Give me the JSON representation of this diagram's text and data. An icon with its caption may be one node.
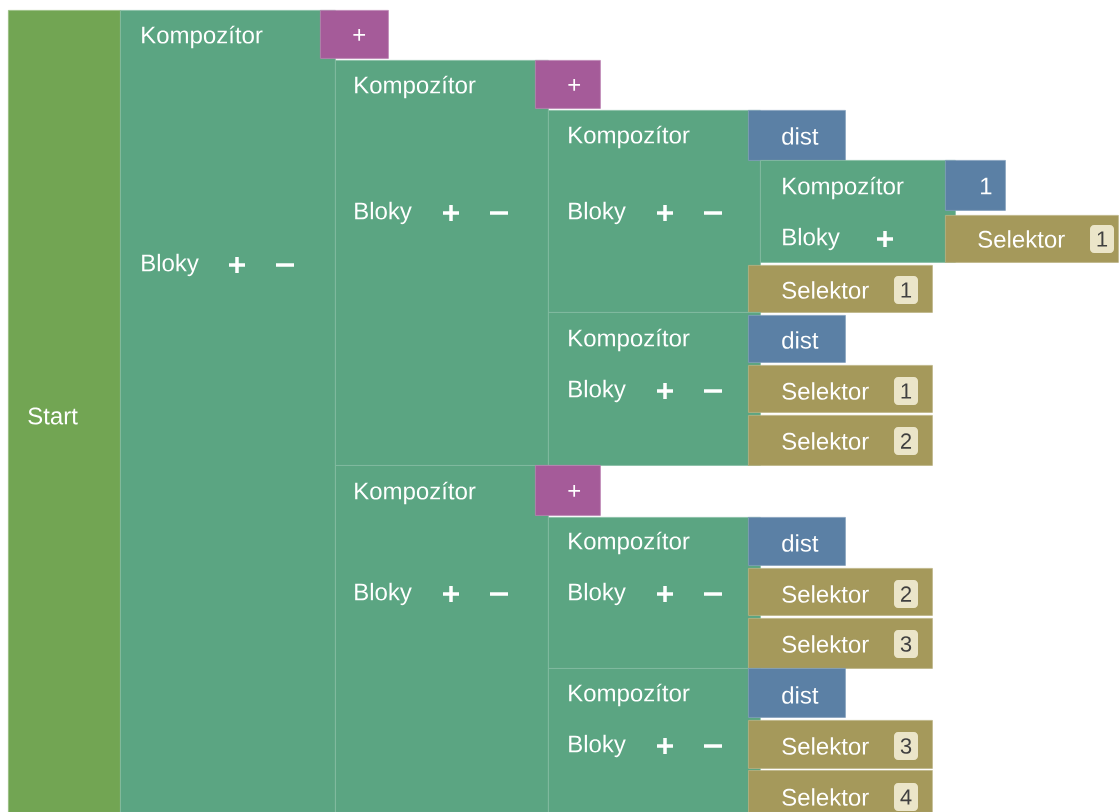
{
  "diagram": {
    "nodes": [
      {
        "text": [
          "Start"
        ]
      },
      {
        "text": [
          "Kompozítor",
          "Bloky"
        ]
      },
      {
        "text": [
          "+"
        ]
      },
      {
        "text": [
          "Kompozítor",
          "Bloky"
        ]
      },
      {
        "text": [
          "+"
        ]
      },
      {
        "text": [
          "Kompozítor",
          "Bloky"
        ]
      },
      {
        "text": [
          "dist"
        ]
      },
      {
        "text": [
          "Kompozítor",
          "Bloky"
        ]
      },
      {
        "text": [
          "1"
        ]
      },
      {
        "text": [
          "Selektor",
          "1"
        ]
      },
      {
        "text": [
          "Selektor",
          "1"
        ]
      },
      {
        "text": [
          "Kompozítor",
          "Bloky"
        ]
      },
      {
        "text": [
          "dist"
        ]
      },
      {
        "text": [
          "Selektor",
          "1"
        ]
      },
      {
        "text": [
          "Selektor",
          "2"
        ]
      },
      {
        "text": [
          "Kompozítor",
          "Bloky"
        ]
      },
      {
        "text": [
          "+"
        ]
      },
      {
        "text": [
          "Kompozítor",
          "Bloky"
        ]
      },
      {
        "text": [
          "dist"
        ]
      },
      {
        "text": [
          "Selektor",
          "2"
        ]
      },
      {
        "text": [
          "Selektor",
          "3"
        ]
      },
      {
        "text": [
          "Kompozítor",
          "Bloky"
        ]
      },
      {
        "text": [
          "dist"
        ]
      },
      {
        "text": [
          "Selektor",
          "3"
        ]
      },
      {
        "text": [
          "Selektor",
          "4"
        ]
      }
    ]
  }
}
